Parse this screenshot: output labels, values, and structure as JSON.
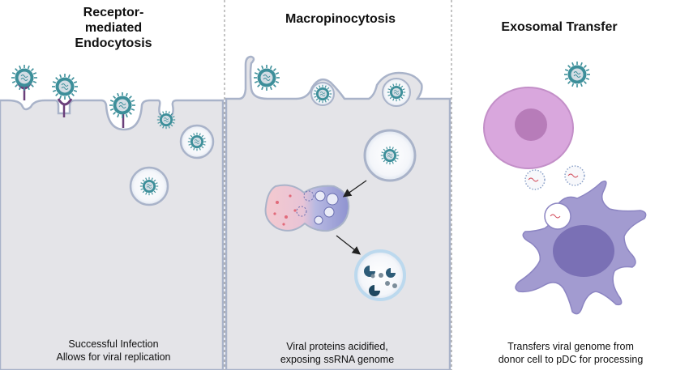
{
  "panels": [
    {
      "title": "Receptor-\nmediated\nEndocytosis",
      "caption_lines": [
        "Successful Infection",
        "Allows for viral replication"
      ]
    },
    {
      "title": "Macropinocytosis",
      "caption_lines": [
        "Viral proteins acidified,",
        "exposing ssRNA genome"
      ]
    },
    {
      "title": "Exosomal Transfer",
      "caption_lines": [
        "Transfers viral genome from",
        "donor cell to pDC for processing"
      ]
    }
  ],
  "colors": {
    "cytoplasm": "#e4e4e8",
    "membrane": "#a9b3c9",
    "virus_spike": "#3d8f9a",
    "virus_core": "#d3dde4",
    "donor_cell": "#d9a7dd",
    "donor_nucleus": "#b77cb9",
    "pdc_cell": "#a29bd0",
    "pdc_nucleus": "#7a70b5",
    "receptor": "#6b3f7a"
  }
}
